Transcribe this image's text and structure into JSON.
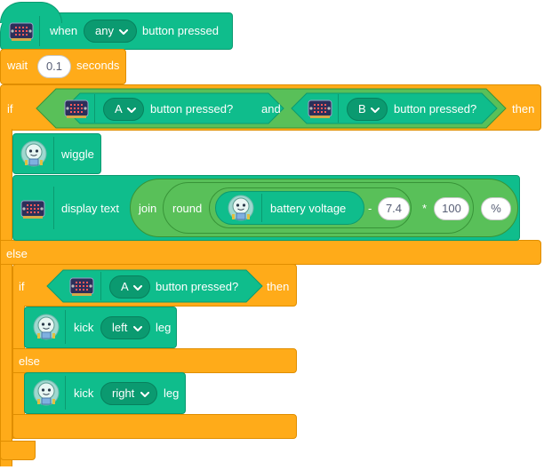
{
  "hat": {
    "when": "when",
    "dropdown": "any",
    "suffix": "button pressed"
  },
  "wait": {
    "label": "wait",
    "value": "0.1",
    "unit": "seconds"
  },
  "if1": {
    "if": "if",
    "and": "and",
    "then": "then",
    "left": {
      "dropdown": "A",
      "suffix": "button pressed?"
    },
    "right": {
      "dropdown": "B",
      "suffix": "button pressed?"
    }
  },
  "wiggle": {
    "label": "wiggle"
  },
  "display": {
    "label": "display text",
    "join": "join",
    "round": "round",
    "battery": "battery voltage",
    "minus": "-",
    "minus_value": "7.4",
    "times": "*",
    "times_value": "100",
    "percent": "%"
  },
  "else1": {
    "label": "else"
  },
  "if2": {
    "if": "if",
    "dropdown": "A",
    "suffix": "button pressed?",
    "then": "then"
  },
  "kick1": {
    "label": "kick",
    "dropdown": "left",
    "suffix": "leg"
  },
  "else2": {
    "label": "else"
  },
  "kick2": {
    "label": "kick",
    "dropdown": "right",
    "suffix": "leg"
  },
  "icons": {
    "microbit": "microbit-icon",
    "robot": "robot-icon",
    "dropdown": "chevron-down-icon"
  },
  "colors": {
    "events": "#0fbd8c",
    "control": "#ffab19",
    "operators": "#59c059",
    "input_bg": "#ffffff"
  }
}
